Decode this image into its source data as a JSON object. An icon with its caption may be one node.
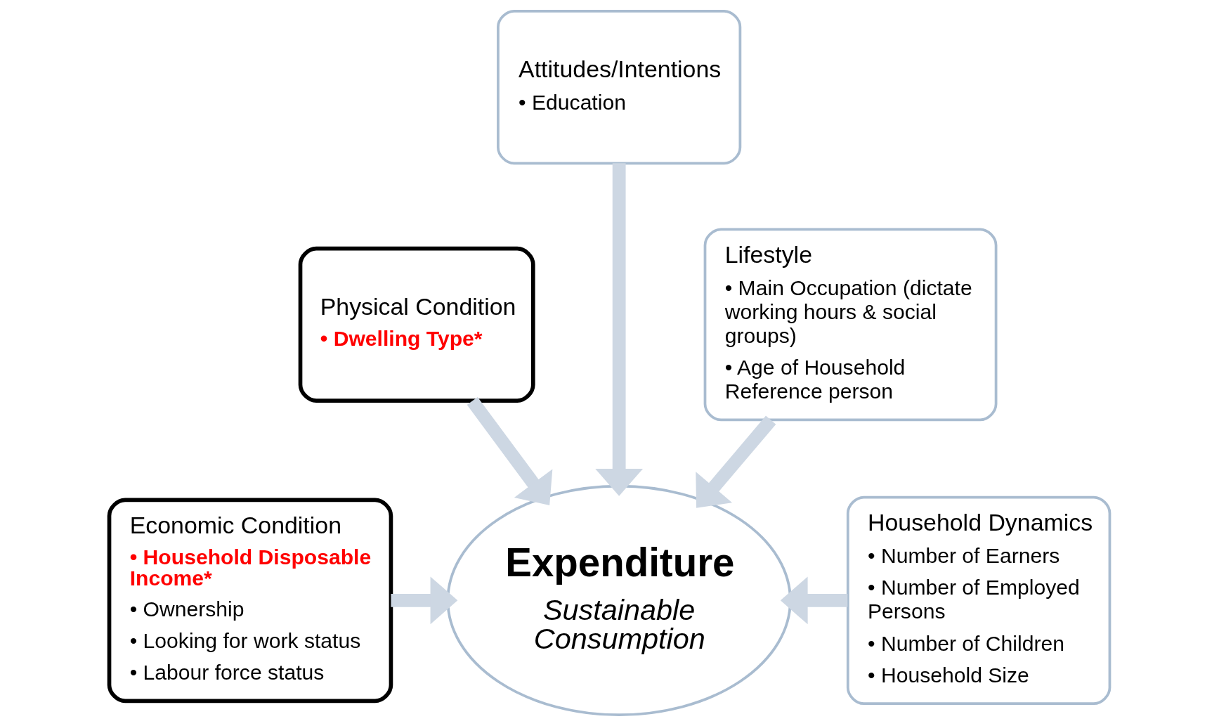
{
  "diagram": {
    "nodes": [
      {
        "text": [
          "Attitudes/Intentions",
          "• Education"
        ]
      },
      {
        "text": [
          "Physical Condition",
          "• Dwelling Type*"
        ]
      },
      {
        "text": [
          "Lifestyle",
          "• Main Occupation (dictate working hours & social groups)",
          "• Age of Household Reference person"
        ]
      },
      {
        "text": [
          "Economic Condition",
          "• Household Disposable Income*",
          "• Ownership",
          "• Looking for work status",
          "• Labour force status"
        ]
      },
      {
        "text": [
          "Expenditure",
          "Sustainable Consumption"
        ]
      },
      {
        "text": [
          "Household Dynamics",
          "• Number of Earners",
          "• Number of Employed Persons",
          "• Number of Children",
          "• Household Size"
        ]
      }
    ],
    "edges": [
      {
        "from": 1,
        "to": 4,
        "arrow": "to"
      },
      {
        "from": 0,
        "to": 4,
        "arrow": "to"
      },
      {
        "from": 2,
        "to": 4,
        "arrow": "to"
      },
      {
        "from": 3,
        "to": 4,
        "arrow": "to"
      },
      {
        "from": 5,
        "to": 4,
        "arrow": "to"
      }
    ]
  }
}
